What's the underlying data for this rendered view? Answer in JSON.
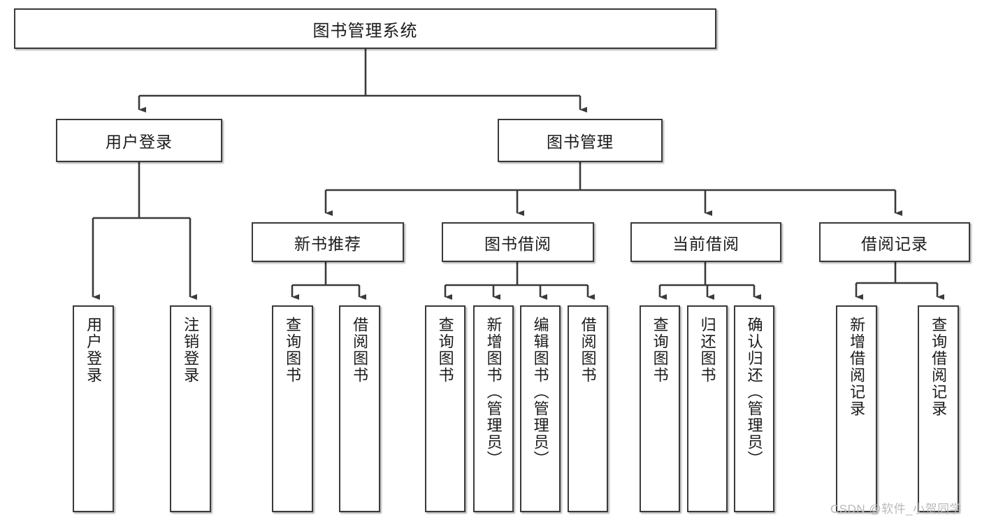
{
  "diagram": {
    "type": "tree-hierarchy-flowchart",
    "title": "图书管理系统",
    "watermark": "CSDN @软件_小贺同学",
    "colors": {
      "background": "#ffffff",
      "box_border": "#3a3a3a",
      "box_fill": "#ffffff",
      "connector": "#3a3a3a",
      "text": "#1b1b1b",
      "watermark": "#b9b9b9"
    },
    "levels": {
      "root": {
        "label": "图书管理系统"
      },
      "level2": [
        {
          "id": "user-login",
          "label": "用户登录"
        },
        {
          "id": "book-manage",
          "label": "图书管理"
        }
      ],
      "level3": [
        {
          "id": "new-book-recommend",
          "label": "新书推荐",
          "parent": "book-manage"
        },
        {
          "id": "book-borrow",
          "label": "图书借阅",
          "parent": "book-manage"
        },
        {
          "id": "current-borrow",
          "label": "当前借阅",
          "parent": "book-manage"
        },
        {
          "id": "borrow-record",
          "label": "借阅记录",
          "parent": "book-manage"
        }
      ],
      "leaves": [
        {
          "id": "leaf-user-login",
          "label": "用户登录",
          "parent": "user-login"
        },
        {
          "id": "leaf-logout",
          "label": "注销登录",
          "parent": "user-login"
        },
        {
          "id": "leaf-query-book-1",
          "label": "查询图书",
          "parent": "new-book-recommend"
        },
        {
          "id": "leaf-borrow-book-1",
          "label": "借阅图书",
          "parent": "new-book-recommend"
        },
        {
          "id": "leaf-query-book-2",
          "label": "查询图书",
          "parent": "book-borrow"
        },
        {
          "id": "leaf-add-book",
          "label": "新增图书（管理员）",
          "parent": "book-borrow"
        },
        {
          "id": "leaf-edit-book",
          "label": "编辑图书（管理员）",
          "parent": "book-borrow"
        },
        {
          "id": "leaf-borrow-book-2",
          "label": "借阅图书",
          "parent": "book-borrow"
        },
        {
          "id": "leaf-query-book-3",
          "label": "查询图书",
          "parent": "current-borrow"
        },
        {
          "id": "leaf-return-book",
          "label": "归还图书",
          "parent": "current-borrow"
        },
        {
          "id": "leaf-confirm-return",
          "label": "确认归还（管理员）",
          "parent": "current-borrow"
        },
        {
          "id": "leaf-add-record",
          "label": "新增借阅记录",
          "parent": "borrow-record"
        },
        {
          "id": "leaf-query-record",
          "label": "查询借阅记录",
          "parent": "borrow-record"
        }
      ]
    }
  }
}
